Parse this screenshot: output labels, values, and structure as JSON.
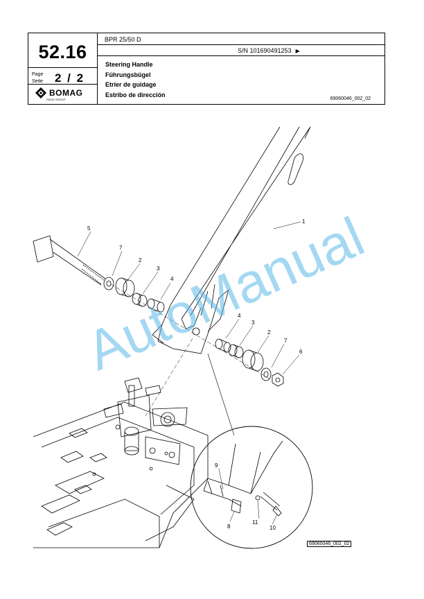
{
  "header": {
    "page_number": "52.16",
    "page_label": [
      "Page",
      "Seite"
    ],
    "page_fraction": "2 / 2",
    "brand": "BOMAG",
    "brand_sub": "FAYAT GROUP",
    "model": "BPR 25/50 D",
    "serial": "S/N 101690491253",
    "titles": [
      "Steering Handle",
      "Führungsbügel",
      "Etrier de guidage",
      "Estribo de dirección"
    ],
    "doc_ref": "69060046_002_02"
  },
  "figure": {
    "callouts": [
      "1",
      "2",
      "3",
      "4",
      "5",
      "6",
      "7",
      "8",
      "9",
      "10",
      "11"
    ],
    "figure_ref": "69060046_002_02",
    "watermark": "AutoManual",
    "watermark_color": "#5ab8e8"
  }
}
